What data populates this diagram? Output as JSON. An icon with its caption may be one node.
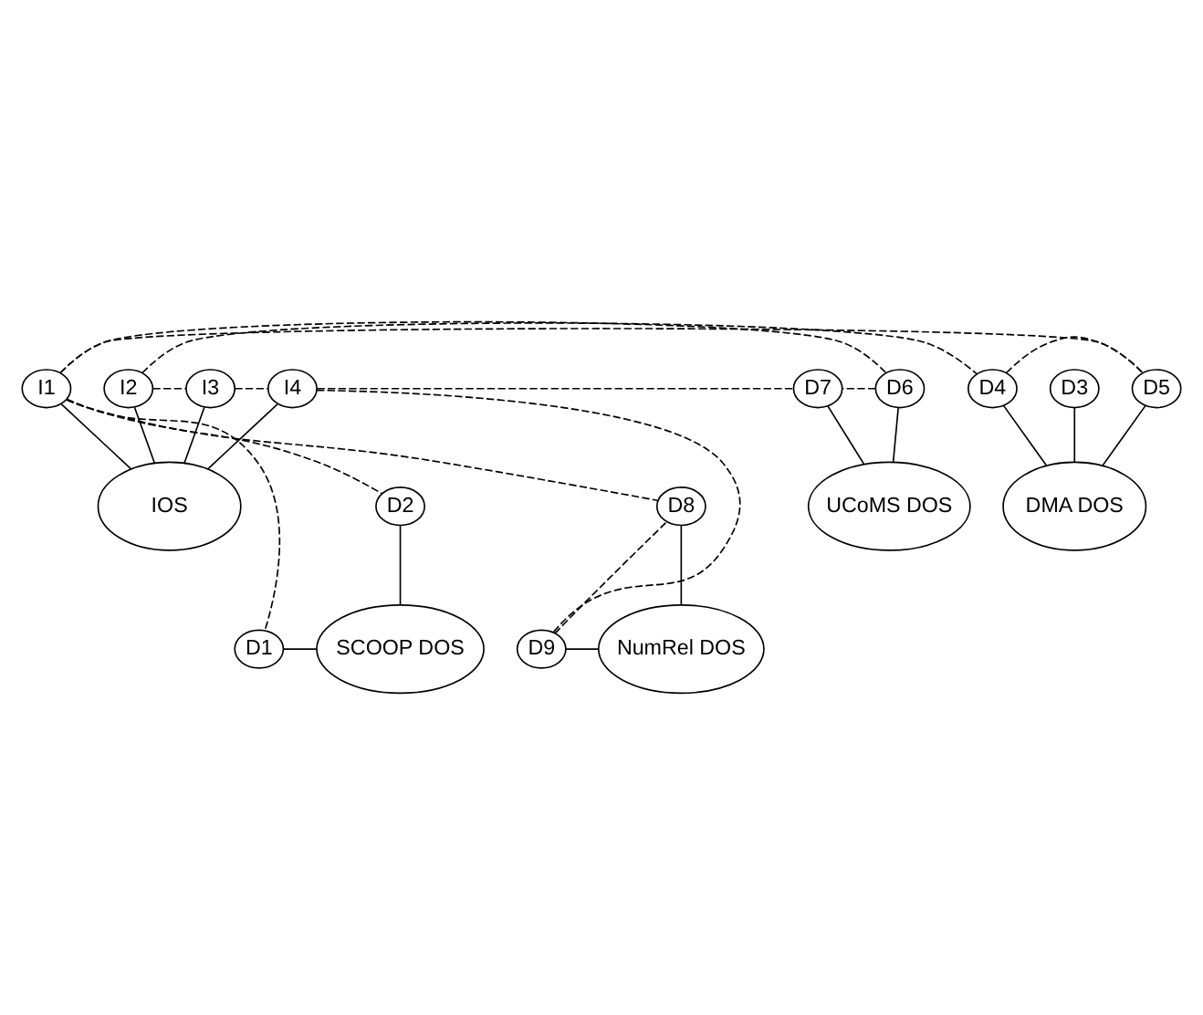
{
  "diagram": {
    "nodes": [
      {
        "text": [
          "I1"
        ]
      },
      {
        "text": [
          "I2"
        ]
      },
      {
        "text": [
          "I3"
        ]
      },
      {
        "text": [
          "I4"
        ]
      },
      {
        "text": [
          "IOS"
        ]
      },
      {
        "text": [
          "D1"
        ]
      },
      {
        "text": [
          "SCOOP DOS"
        ]
      },
      {
        "text": [
          "D9"
        ]
      },
      {
        "text": [
          "NumRel DOS"
        ]
      },
      {
        "text": [
          "D2"
        ]
      },
      {
        "text": [
          "D8"
        ]
      },
      {
        "text": [
          "DMA DOS"
        ]
      },
      {
        "text": [
          "UCoMS DOS"
        ]
      },
      {
        "text": [
          "D3"
        ]
      },
      {
        "text": [
          "D4"
        ]
      },
      {
        "text": [
          "D5"
        ]
      },
      {
        "text": [
          "D6"
        ]
      },
      {
        "text": [
          "D7"
        ]
      }
    ],
    "edges": [
      {
        "from": 0,
        "to": 4,
        "arrow": "none"
      },
      {
        "from": 1,
        "to": 4,
        "arrow": "none"
      },
      {
        "from": 2,
        "to": 4,
        "arrow": "none"
      },
      {
        "from": 3,
        "to": 4,
        "arrow": "none"
      },
      {
        "from": 1,
        "to": 2,
        "arrow": "none",
        "style": "dashed"
      },
      {
        "from": 2,
        "to": 3,
        "arrow": "none",
        "style": "dashed"
      },
      {
        "from": 5,
        "to": 6,
        "arrow": "none"
      },
      {
        "from": 9,
        "to": 6,
        "arrow": "none"
      },
      {
        "from": 13,
        "to": 11,
        "arrow": "none"
      },
      {
        "from": 14,
        "to": 11,
        "arrow": "none"
      },
      {
        "from": 15,
        "to": 11,
        "arrow": "none"
      },
      {
        "from": 16,
        "to": 12,
        "arrow": "none"
      },
      {
        "from": 17,
        "to": 12,
        "arrow": "none"
      },
      {
        "from": 10,
        "to": 8,
        "arrow": "none"
      },
      {
        "from": 7,
        "to": 8,
        "arrow": "none"
      },
      {
        "from": 0,
        "to": 5,
        "arrow": "none",
        "style": "dashed"
      },
      {
        "from": 0,
        "to": 9,
        "arrow": "none",
        "style": "dashed"
      },
      {
        "from": 0,
        "to": 15,
        "arrow": "none",
        "style": "dashed"
      },
      {
        "from": 0,
        "to": 16,
        "arrow": "none",
        "style": "dashed"
      },
      {
        "from": 0,
        "to": 10,
        "arrow": "none",
        "style": "dashed"
      },
      {
        "from": 1,
        "to": 14,
        "arrow": "none",
        "style": "dashed"
      },
      {
        "from": 3,
        "to": 7,
        "arrow": "none",
        "style": "dashed"
      },
      {
        "from": 3,
        "to": 17,
        "arrow": "none",
        "style": "dashed"
      },
      {
        "from": 14,
        "to": 15,
        "arrow": "none",
        "style": "dashed"
      },
      {
        "from": 16,
        "to": 17,
        "arrow": "none",
        "style": "dashed"
      },
      {
        "from": 7,
        "to": 10,
        "arrow": "none",
        "style": "dashed"
      }
    ]
  }
}
